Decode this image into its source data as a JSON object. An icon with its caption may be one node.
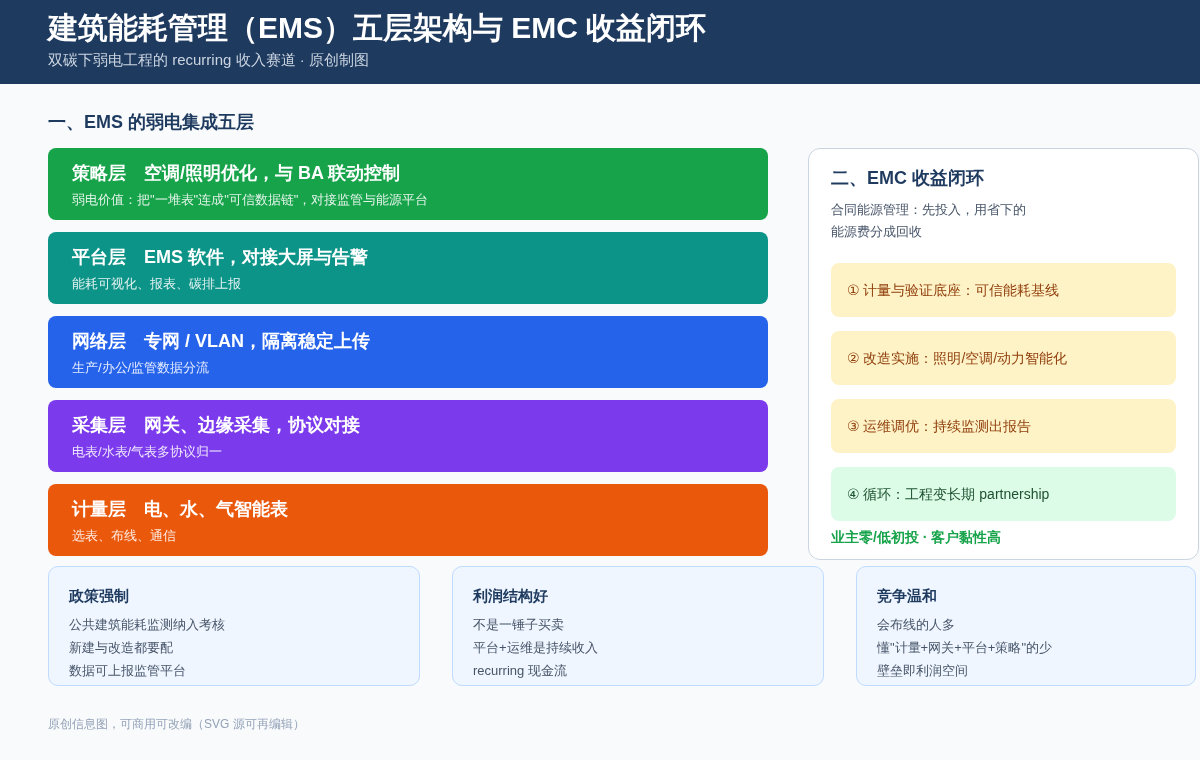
{
  "diagram": {
    "title": "建筑能耗管理（EMS）五层架构与 EMC 收益闭环",
    "nodes": [
      {
        "text": [
          "策略层",
          "空调/照明优化，与 BA 联动控制",
          "弱电价值：把\"一堆表\"连成\"可信数据链\"，对接监管与能源平台"
        ]
      },
      {
        "text": [
          "平台层",
          "EMS 软件，对接大屏与告警",
          "能耗可视化、报表、碳排上报"
        ]
      },
      {
        "text": [
          "网络层",
          "专网 / VLAN，隔离稳定上传",
          "生产/办公/监管数据分流"
        ]
      },
      {
        "text": [
          "采集层",
          "网关、边缘采集，协议对接",
          "电表/水表/气表多协议归一"
        ]
      },
      {
        "text": [
          "计量层",
          "电、水、气智能表",
          "选表、布线、通信"
        ]
      },
      {
        "text": [
          "二、EMC 收益闭环",
          "合同能源管理：先投入，用省下的能源费分成回收",
          "业主零/低初投 · 客户黏性高"
        ]
      },
      {
        "text": [
          "① 计量与验证底座：可信能耗基线"
        ],
        "in": 5
      },
      {
        "text": [
          "② 改造实施：照明/空调/动力智能化"
        ],
        "in": 5
      },
      {
        "text": [
          "③ 运维调优：持续监测出报告"
        ],
        "in": 5
      },
      {
        "text": [
          "④ 循环：工程变长期 partnership"
        ],
        "in": 5
      },
      {
        "text": [
          "政策强制",
          "公共建筑能耗监测纳入考核",
          "新建与改造都要配",
          "数据可上报监管平台"
        ]
      },
      {
        "text": [
          "利润结构好",
          "不是一锤子买卖",
          "平台+运维是持续收入",
          "recurring 现金流"
        ]
      },
      {
        "text": [
          "竞争温和",
          "会布线的人多",
          "懂\"计量+网关+平台+策略\"的少",
          "壁垒即利润空间"
        ]
      }
    ],
    "labels": [
      "双碳下弱电工程的 recurring 收入赛道 · 原创制图",
      "一、EMS 的弱电集成五层",
      "原创信息图，可商用可改编（SVG 源可再编辑）"
    ]
  }
}
